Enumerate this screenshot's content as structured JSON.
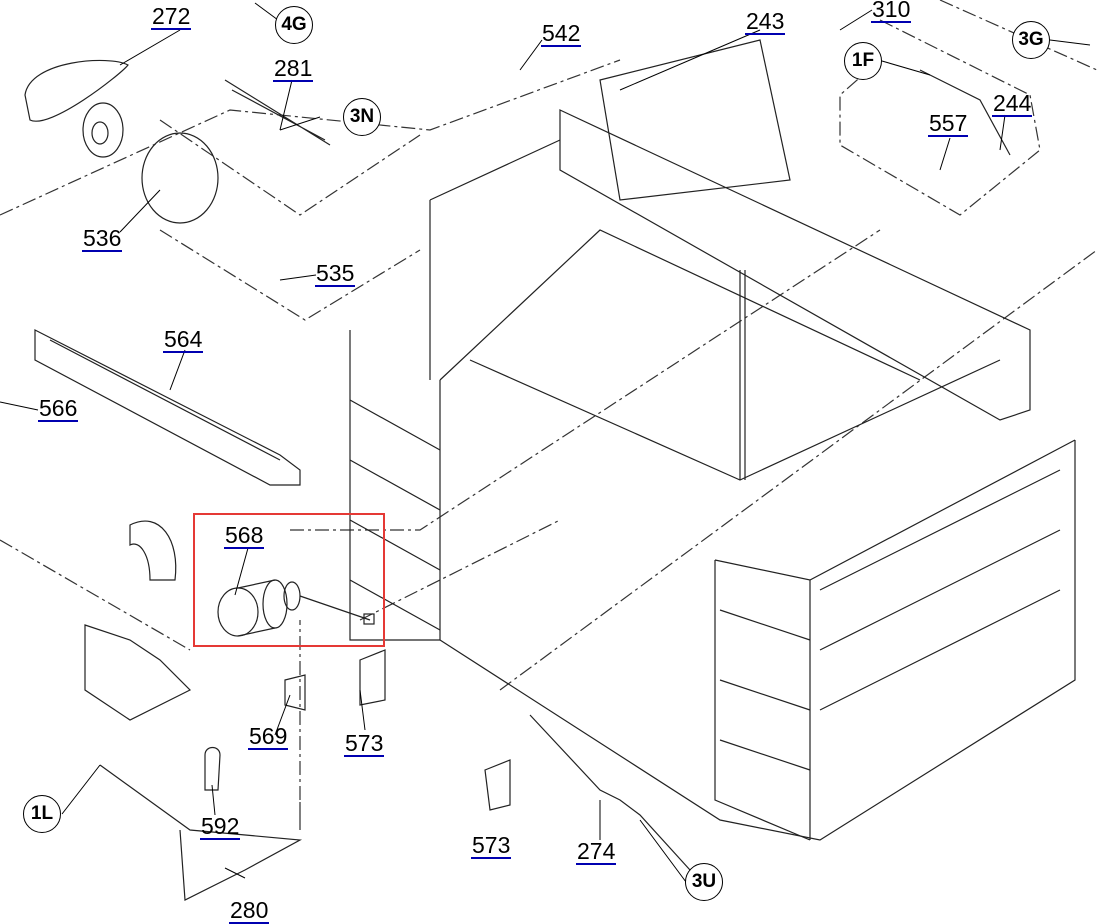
{
  "diagram_title": "",
  "part_labels": [
    "272",
    "281",
    "536",
    "535",
    "564",
    "566",
    "568",
    "569",
    "592",
    "573",
    "573",
    "274",
    "542",
    "243",
    "310",
    "244",
    "557",
    "280"
  ],
  "callouts": [
    "4G",
    "3N",
    "3G",
    "1F",
    "1L",
    "3U"
  ],
  "highlight": {
    "part": "568",
    "color": "#e53935"
  },
  "link_color": "#0000b0"
}
